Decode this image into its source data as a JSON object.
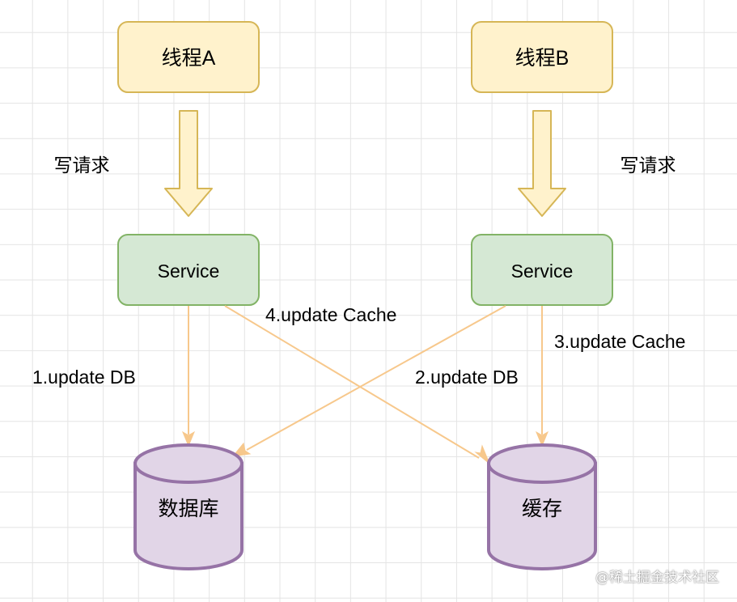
{
  "threads": [
    {
      "label": "线程A",
      "request_label": "写请求",
      "service_label": "Service"
    },
    {
      "label": "线程B",
      "request_label": "写请求",
      "service_label": "Service"
    }
  ],
  "stores": {
    "database": {
      "label": "数据库"
    },
    "cache": {
      "label": "缓存"
    }
  },
  "edges": [
    {
      "id": "e1",
      "label": "1.update DB",
      "from": "service-a",
      "to": "database"
    },
    {
      "id": "e2",
      "label": "2.update DB",
      "from": "service-b",
      "to": "database"
    },
    {
      "id": "e3",
      "label": "3.update Cache",
      "from": "service-b",
      "to": "cache"
    },
    {
      "id": "e4",
      "label": "4.update Cache",
      "from": "service-a",
      "to": "cache"
    }
  ],
  "watermark": "@稀土掘金技术社区",
  "colors": {
    "thread_fill": "#fff2cc",
    "thread_stroke": "#d6b656",
    "service_fill": "#d5e8d4",
    "service_stroke": "#82b366",
    "store_fill": "#e1d5e7",
    "store_stroke": "#9673a6",
    "edge": "#f7c88c"
  }
}
